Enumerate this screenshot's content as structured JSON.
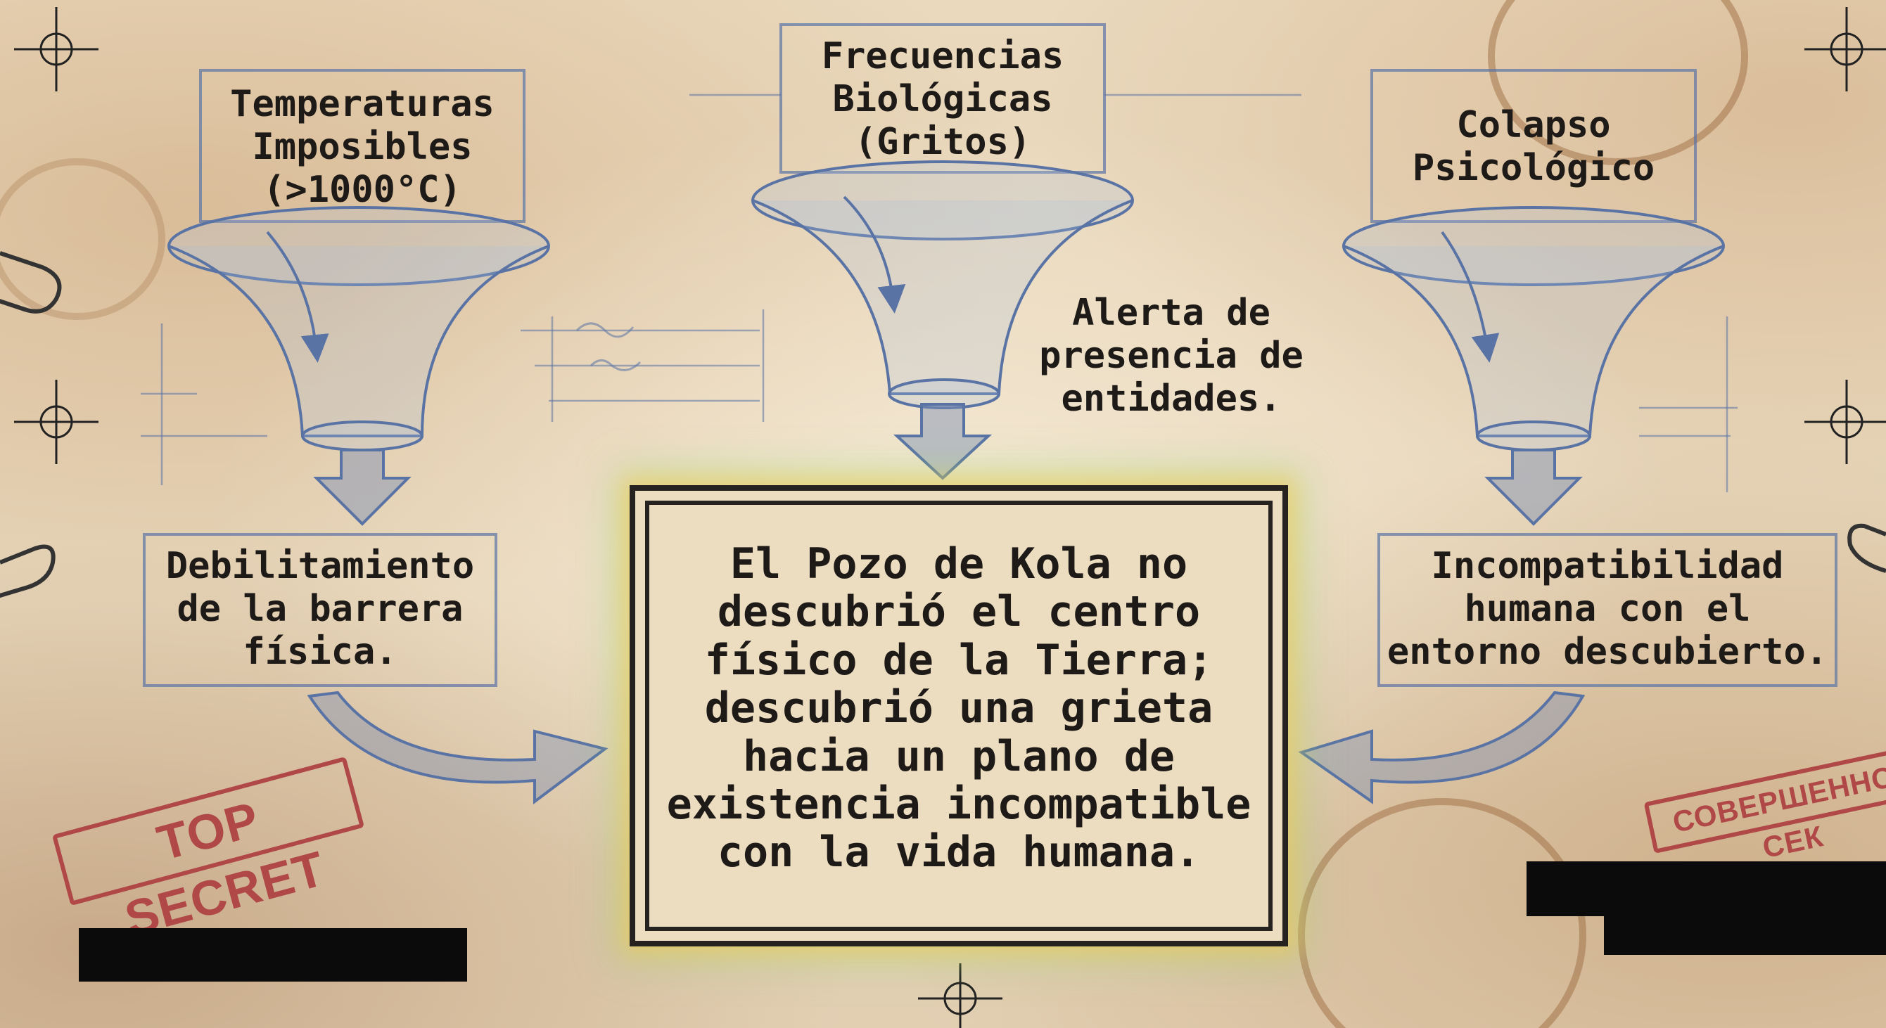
{
  "inputs": [
    {
      "id": "temperaturas",
      "label": "Temperaturas\nImposibles\n(>1000°C)"
    },
    {
      "id": "frecuencias",
      "label": "Frecuencias\nBiológicas\n(Gritos)"
    },
    {
      "id": "colapso",
      "label": "Colapso\nPsicológico"
    }
  ],
  "effects": [
    {
      "id": "debilitamiento",
      "label": "Debilitamiento\nde la barrera\nfísica."
    },
    {
      "id": "alerta",
      "label": "Alerta de\npresencia de\nentidades."
    },
    {
      "id": "incompatibilidad",
      "label": "Incompatibilidad\nhumana con el\nentorno descubierto."
    }
  ],
  "conclusion": "El Pozo de Kola no\ndescubrió el centro\nfísico de la Tierra;\ndescubrió una grieta\nhacia un plano de\nexistencia incompatible\ncon la vida humana.",
  "stamps": {
    "left": "TOP SECRET",
    "right": "СОВЕРШЕННО СЕК"
  },
  "colors": {
    "sketch_blue": "#5a73a5",
    "ink": "#1d1a17",
    "stamp_red": "#b04848",
    "paper": "#e6d6bd",
    "redaction": "#0b0b0b"
  }
}
